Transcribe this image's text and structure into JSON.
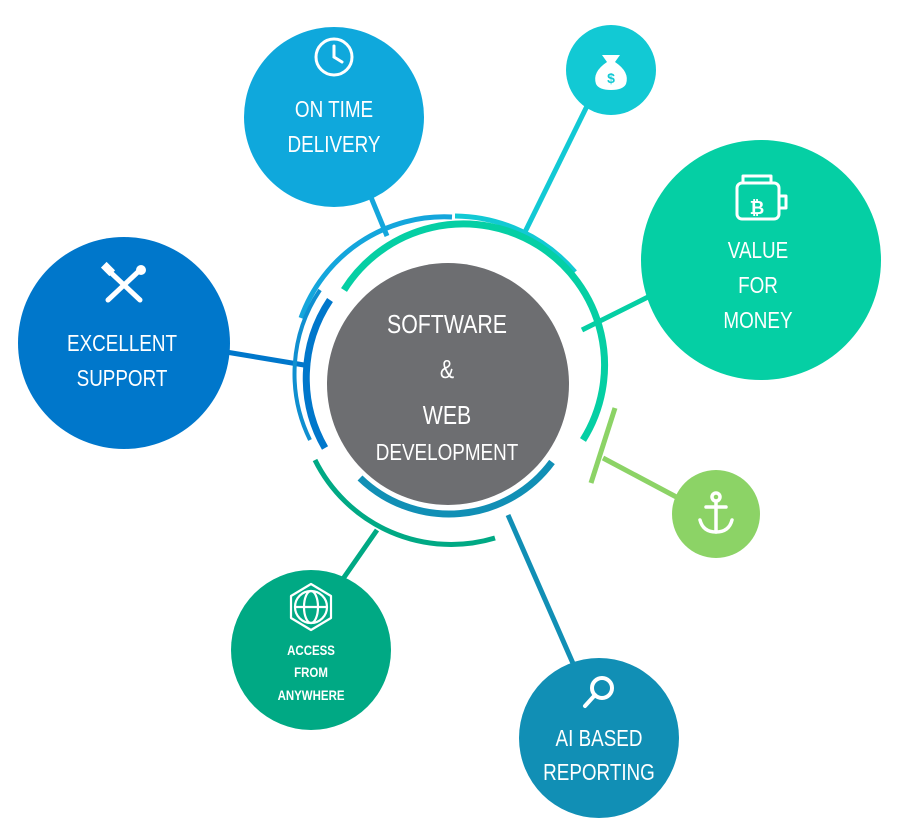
{
  "center": {
    "lines": [
      "SOFTWARE",
      "&",
      "WEB",
      "DEVELOPMENT"
    ],
    "color": "#6d6e71"
  },
  "nodes": [
    {
      "id": "on-time-delivery",
      "lines": [
        "ON TIME",
        "DELIVERY"
      ],
      "icon": "clock-icon",
      "color": "#0fa8dc"
    },
    {
      "id": "money",
      "lines": [],
      "icon": "money-bag-icon",
      "color": "#12c9d4"
    },
    {
      "id": "value-for-money",
      "lines": [
        "VALUE",
        "FOR",
        "MONEY"
      ],
      "icon": "bitcoin-wallet-icon",
      "color": "#05cfa4"
    },
    {
      "id": "anchor",
      "lines": [],
      "icon": "anchor-icon",
      "color": "#8cd366"
    },
    {
      "id": "ai-based-reporting",
      "lines": [
        "AI BASED",
        "REPORTING"
      ],
      "icon": "magnifier-icon",
      "color": "#118fb5"
    },
    {
      "id": "access-from-anywhere",
      "lines": [
        "ACCESS",
        "FROM",
        "ANYWHERE"
      ],
      "icon": "globe-network-icon",
      "color": "#00a984"
    },
    {
      "id": "excellent-support",
      "lines": [
        "EXCELLENT",
        "SUPPORT"
      ],
      "icon": "tools-icon",
      "color": "#0077cb"
    }
  ]
}
